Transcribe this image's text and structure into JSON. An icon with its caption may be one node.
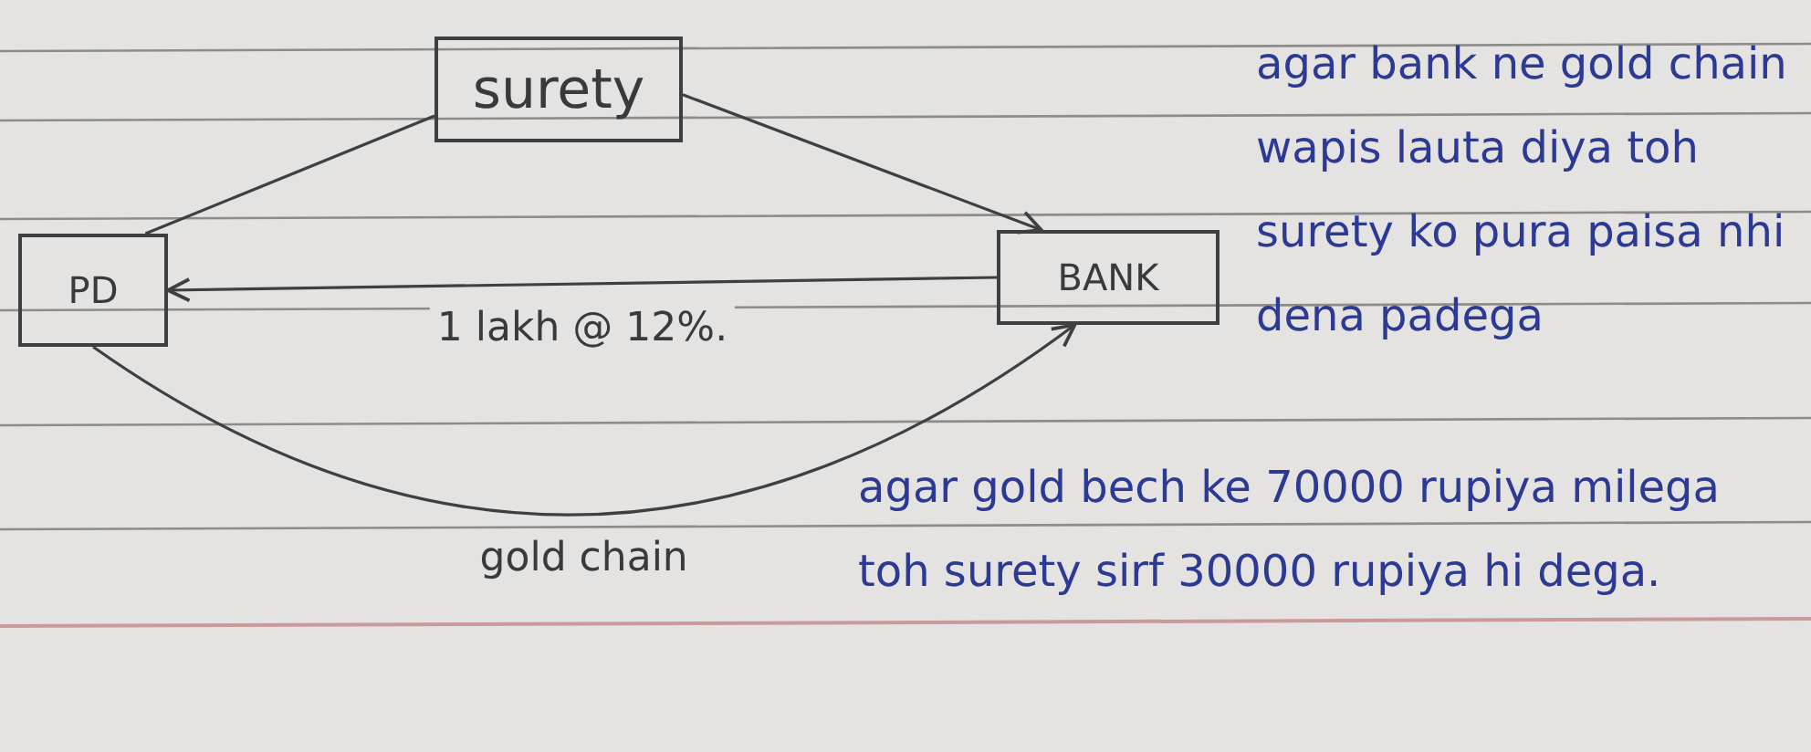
{
  "diagram": {
    "nodes": [
      {
        "text": [
          "surety"
        ]
      },
      {
        "text": [
          "PD"
        ]
      },
      {
        "text": [
          "BANK"
        ]
      }
    ],
    "edges": [
      {
        "from": 1,
        "to": 0,
        "arrow": "none"
      },
      {
        "from": 0,
        "to": 2,
        "arrow": "to"
      },
      {
        "from": 2,
        "to": 1,
        "arrow": "to",
        "label": "1 lakh @ 12%."
      },
      {
        "from": 1,
        "to": 2,
        "arrow": "to",
        "label": "gold chain"
      }
    ],
    "labels": [
      "agar bank ne gold chain wapis lauta diya toh surety ko pura paisa nhi dena padega",
      "agar gold bech ke 70000 rupiya milega toh surety sirf 30000 rupiya hi dega."
    ]
  }
}
